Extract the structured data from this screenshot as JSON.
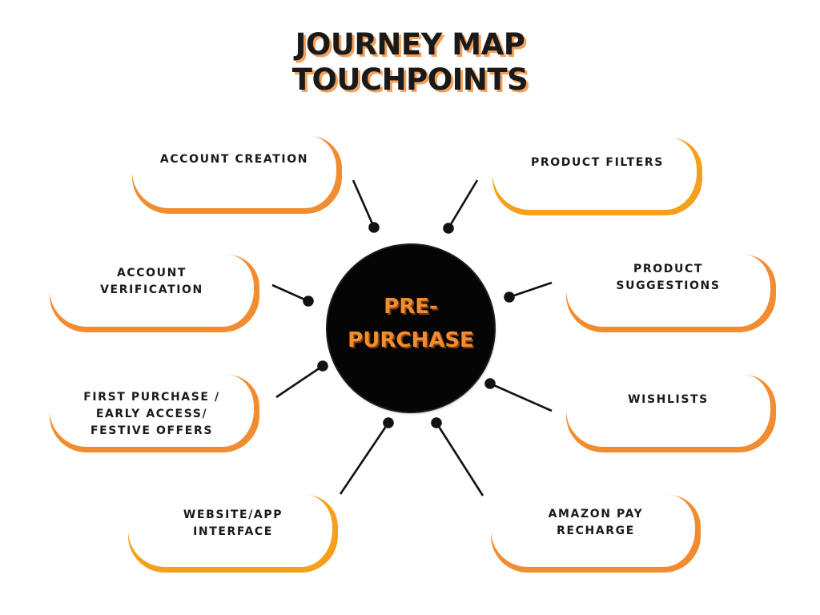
{
  "title": {
    "line1": "JOURNEY MAP",
    "line2": "TOUCHPOINTS"
  },
  "hub": {
    "line1": "PRE-",
    "line2": "PURCHASE"
  },
  "colors": {
    "accent": "#f28c30",
    "accent_alt": "#f59a1a",
    "hub_fill": "#050505",
    "text": "#1a1a1a"
  },
  "touchpoints": [
    {
      "lines": [
        "ACCOUNT CREATION"
      ]
    },
    {
      "lines": [
        "PRODUCT FILTERS"
      ]
    },
    {
      "lines": [
        "ACCOUNT",
        "VERIFICATION"
      ]
    },
    {
      "lines": [
        "PRODUCT",
        "SUGGESTIONS"
      ]
    },
    {
      "lines": [
        "FIRST PURCHASE /",
        "EARLY ACCESS/",
        "FESTIVE OFFERS"
      ]
    },
    {
      "lines": [
        "WISHLISTS"
      ]
    },
    {
      "lines": [
        "WEBSITE/APP",
        "INTERFACE"
      ]
    },
    {
      "lines": [
        "AMAZON PAY",
        "RECHARGE"
      ]
    }
  ]
}
